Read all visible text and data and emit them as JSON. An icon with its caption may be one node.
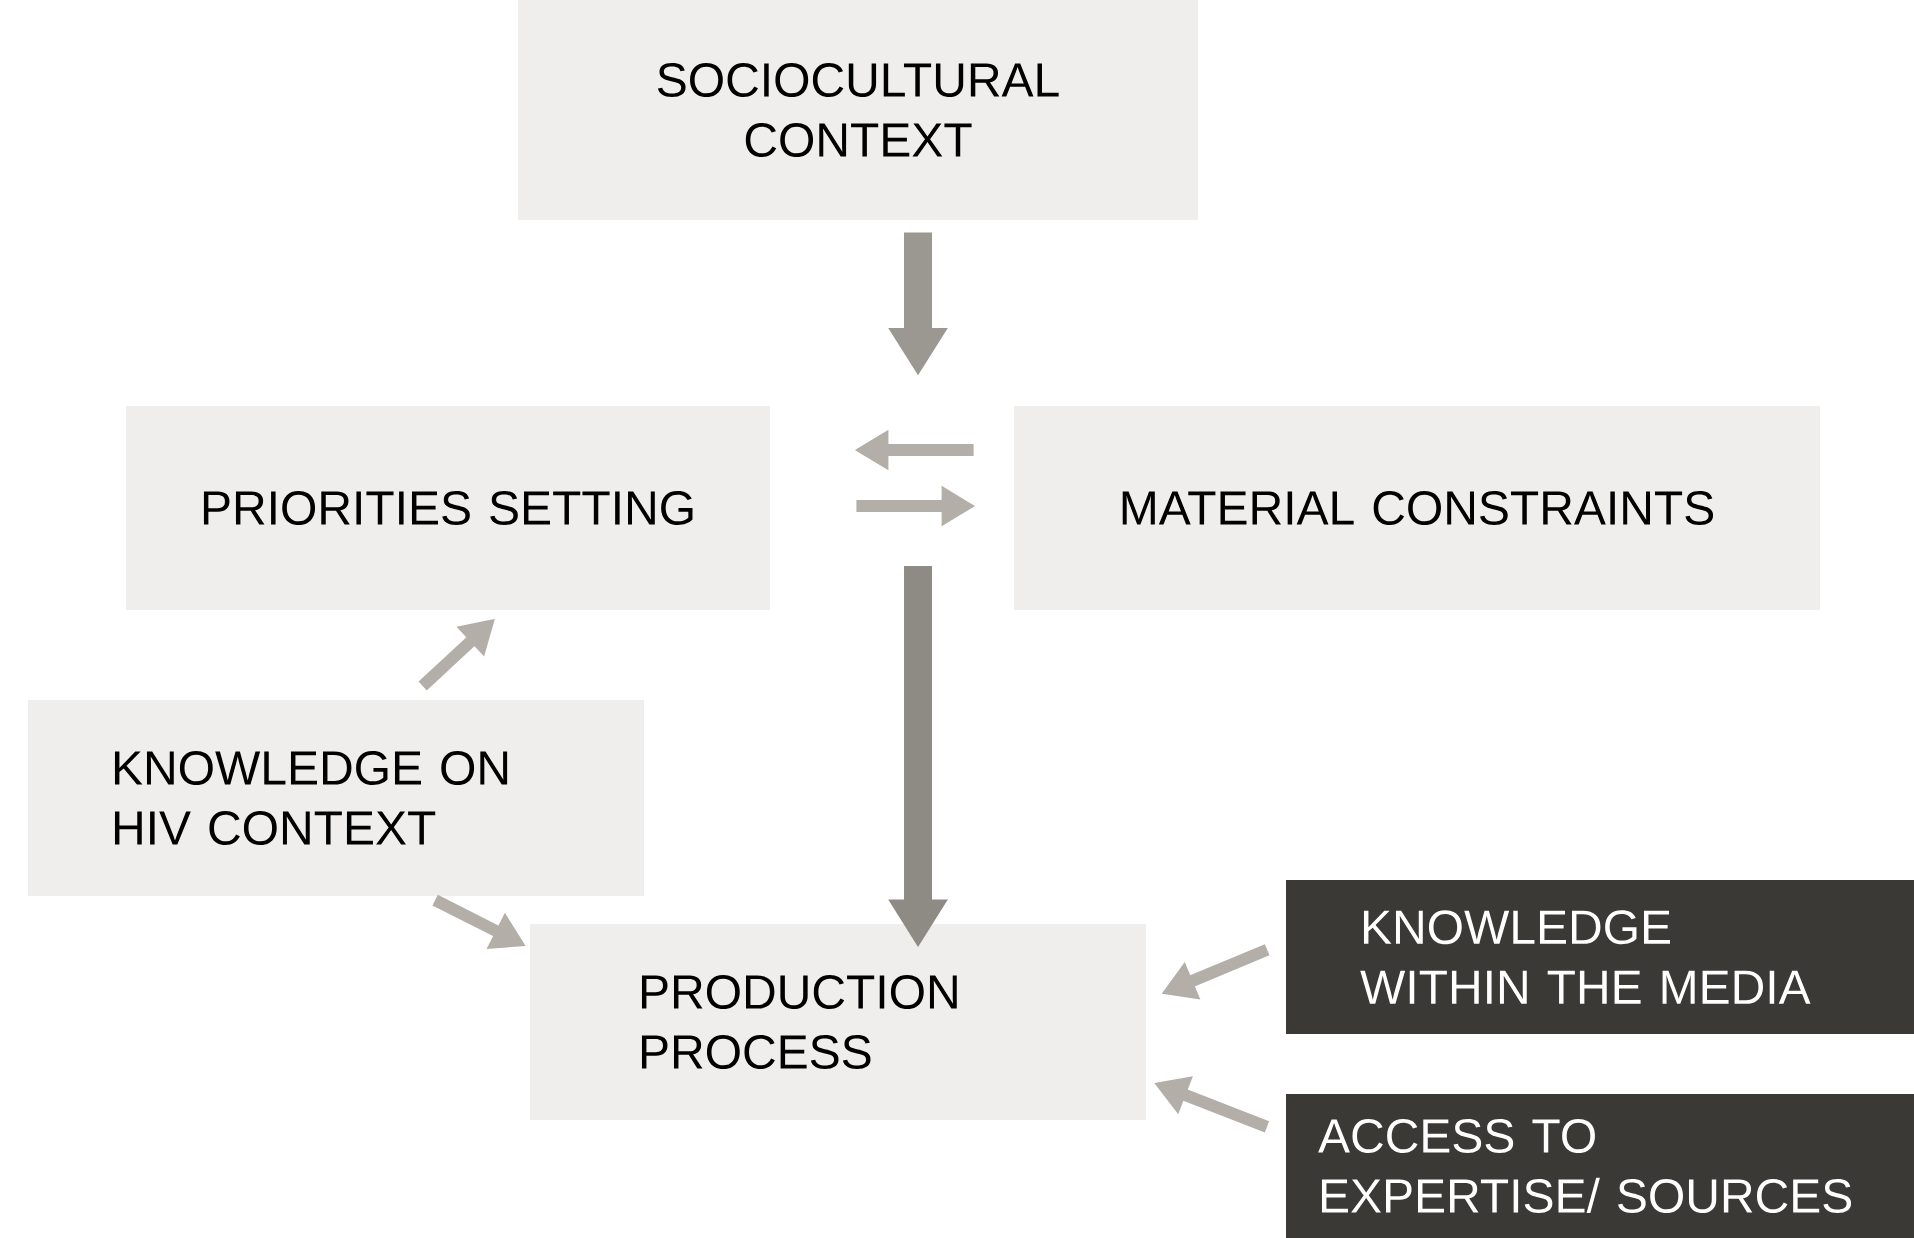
{
  "diagram": {
    "nodes": [
      {
        "text": [
          "SOCIOCULTURAL CONTEXT"
        ]
      },
      {
        "text": [
          "PRIORITIES SETTING"
        ]
      },
      {
        "text": [
          "MATERIAL CONSTRAINTS"
        ]
      },
      {
        "text": [
          "KNOWLEDGE ON HIV CONTEXT"
        ]
      },
      {
        "text": [
          "PRODUCTION PROCESS"
        ]
      },
      {
        "text": [
          "KNOWLEDGE WITHIN THE MEDIA"
        ]
      },
      {
        "text": [
          "ACCESS TO EXPERTISE/ SOURCES"
        ]
      }
    ],
    "edges": [
      {
        "from": 0,
        "to": null,
        "arrow": "to",
        "style": "thick",
        "color": "#9b9791"
      },
      {
        "from": 2,
        "to": 1,
        "arrow": "to"
      },
      {
        "from": 1,
        "to": 2,
        "arrow": "to"
      },
      {
        "from": null,
        "to": 4,
        "arrow": "to",
        "style": "thick",
        "color": "#8e8a84"
      },
      {
        "from": 3,
        "to": 1,
        "arrow": "to"
      },
      {
        "from": 3,
        "to": 4,
        "arrow": "to"
      },
      {
        "from": 5,
        "to": 4,
        "arrow": "to"
      },
      {
        "from": 6,
        "to": 4,
        "arrow": "to"
      }
    ]
  }
}
